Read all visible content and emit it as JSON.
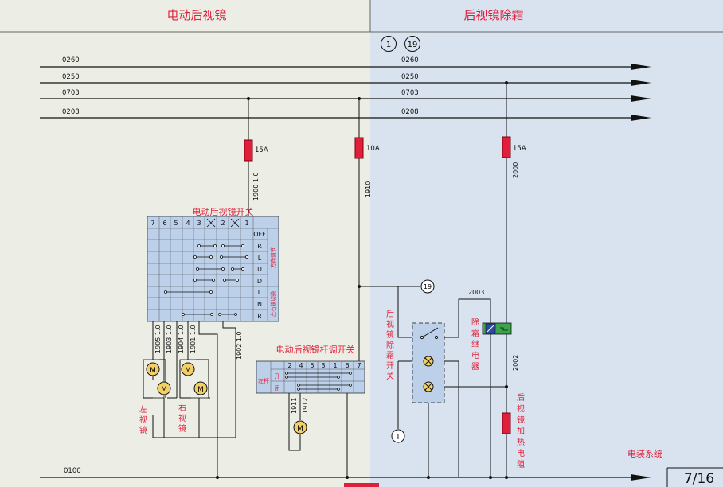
{
  "header": {
    "left_title": "电动后视镜",
    "right_title": "后视镜除霜"
  },
  "top_markers": [
    "1",
    "19"
  ],
  "bus_wires": [
    {
      "left": "0260",
      "right": "0260"
    },
    {
      "left": "0250",
      "right": "0250"
    },
    {
      "left": "0703",
      "right": "0703"
    },
    {
      "left": "0208",
      "right": "0208"
    }
  ],
  "ground_wire": "0100",
  "fuses": [
    "15A",
    "10A",
    "15A"
  ],
  "wire_codes": {
    "w1900": "1900 1.0",
    "w1910": "1910",
    "w2000": "2000",
    "w2003": "2003",
    "w2002": "2002",
    "w1905": "1905 1.0",
    "w1903": "1903 1.0",
    "w1904": "1904 1.0",
    "w1901": "1901 1.0",
    "w1902": "1902 1.0",
    "w1911": "1911",
    "w1912": "1912"
  },
  "mirror_switch": {
    "title": "电动后视镜开关",
    "columns": [
      "7",
      "6",
      "5",
      "4",
      "3",
      "",
      "2",
      "",
      "1"
    ],
    "rows": [
      "OFF",
      "R",
      "L",
      "U",
      "D",
      "L",
      "N",
      "R"
    ],
    "group_adjust": "方向调节",
    "group_select": "左右镜切换"
  },
  "lever_switch": {
    "title": "电动后视镜杆调开关",
    "columns": [
      "2",
      "4",
      "5",
      "3",
      "1",
      "6",
      "7"
    ],
    "group": "左杆",
    "rows": [
      "开",
      "闭"
    ]
  },
  "labels": {
    "left_mirror": [
      "左",
      "视",
      "镜"
    ],
    "right_mirror": [
      "右",
      "视",
      "镜"
    ],
    "defrost_switch": [
      "后",
      "视",
      "镜",
      "除",
      "霜",
      "开",
      "关"
    ],
    "relay": [
      "除",
      "霜",
      "继",
      "电",
      "器"
    ],
    "heater": [
      "后",
      "视",
      "镜",
      "加",
      "热",
      "电",
      "阻"
    ],
    "motor": "M",
    "ground_marker": "I",
    "marker_19": "19",
    "system": "电装系统",
    "page": "7/16"
  }
}
